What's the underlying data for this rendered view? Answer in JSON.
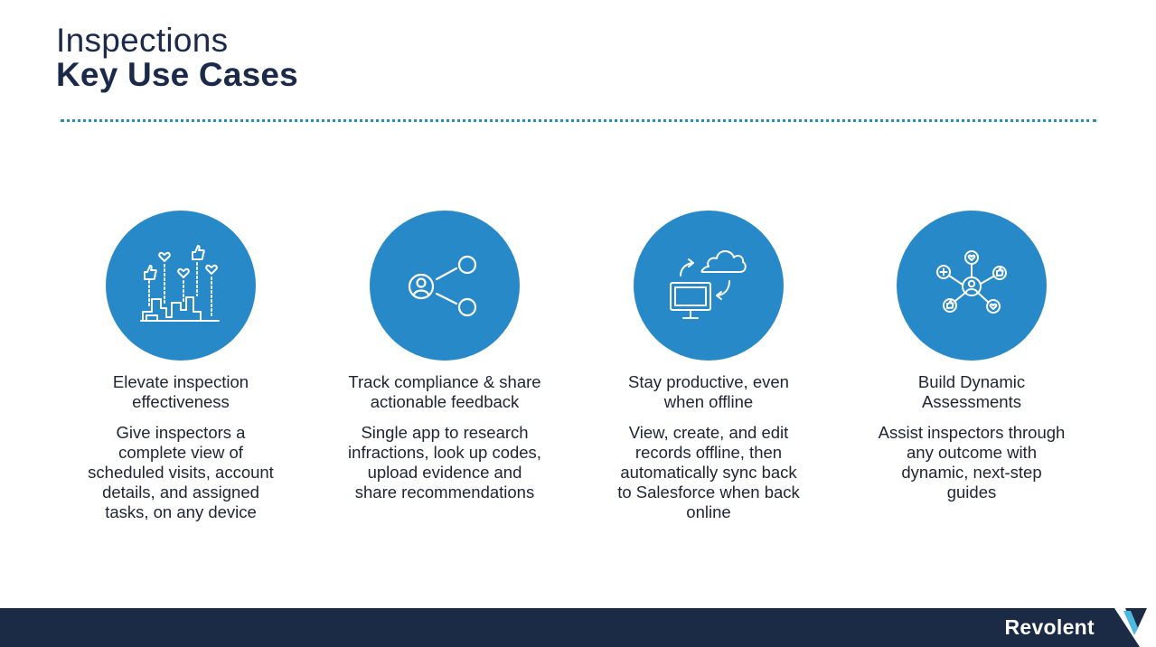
{
  "header": {
    "title_line1": "Inspections",
    "title_line2": "Key Use Cases"
  },
  "cards": [
    {
      "icon": "city-thumbs-up-icon",
      "title_line1": "Elevate inspection",
      "title_line2": "effectiveness",
      "desc_lines": [
        "Give inspectors a",
        "complete view of",
        "scheduled visits,  account",
        "details, and assigned",
        "tasks, on any device"
      ]
    },
    {
      "icon": "share-user-icon",
      "title_line1": "Track compliance & share",
      "title_line2": "actionable feedback",
      "desc_lines": [
        "Single app to research",
        "infractions, look up codes,",
        "upload  evidence and",
        "share recommendations"
      ]
    },
    {
      "icon": "cloud-sync-monitor-icon",
      "title_line1": "Stay productive, even",
      "title_line2": "when offline",
      "desc_lines": [
        "View, create, and edit",
        "records offline, then",
        "automatically  sync back",
        "to Salesforce when back",
        "online"
      ]
    },
    {
      "icon": "network-hub-icon",
      "title_line1": "Build Dynamic",
      "title_line2": "Assessments",
      "desc_lines": [
        "Assist inspectors through",
        "any outcome with",
        "dynamic,  next-step",
        "guides"
      ]
    }
  ],
  "footer": {
    "brand": "Revolent"
  },
  "colors": {
    "circle": "#2889c9",
    "title": "#1b2a4a",
    "divider": "#2a8fb5",
    "footer": "#1b2a45"
  }
}
